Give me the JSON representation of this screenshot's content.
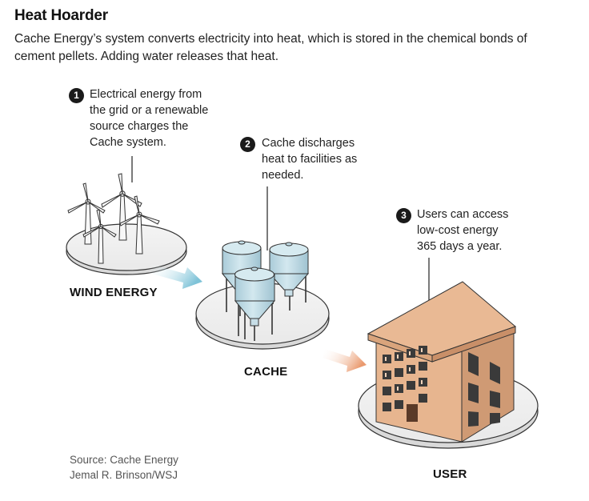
{
  "title": "Heat Hoarder",
  "subtitle": "Cache Energy’s system converts electricity into heat, which is stored in the chemical bonds of cement pellets. Adding water releases that heat.",
  "steps": [
    {
      "number": "1",
      "lines": [
        "Electrical energy from",
        "the grid or a renewable",
        "source charges the",
        "Cache system."
      ]
    },
    {
      "number": "2",
      "lines": [
        "Cache discharges",
        "heat to facilities as",
        "needed."
      ]
    },
    {
      "number": "3",
      "lines": [
        "Users can access",
        "low-cost energy",
        "365 days a year."
      ]
    }
  ],
  "labels": {
    "wind": "WIND ENERGY",
    "cache": "CACHE",
    "user": "USER"
  },
  "credits": {
    "source": "Source: Cache Energy",
    "author": "Jemal R. Brinson/WSJ"
  },
  "colors": {
    "silo": "#b9d8e3",
    "building": "#e7b58f",
    "arrow_blue": "#8ccadd",
    "arrow_orange": "#eda27a"
  }
}
